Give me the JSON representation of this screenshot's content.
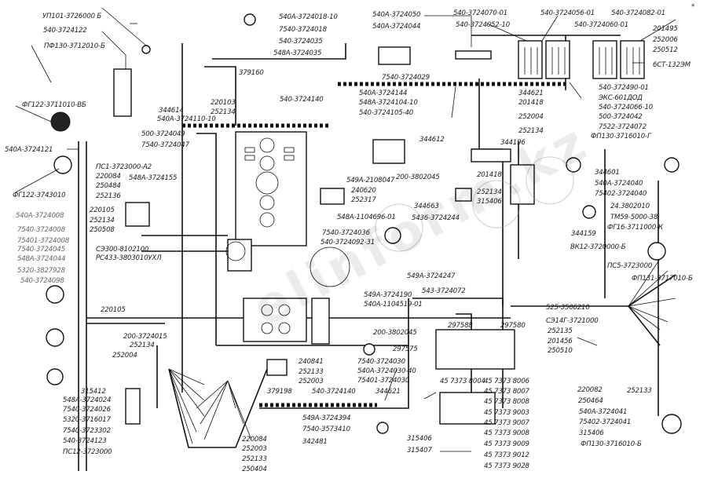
{
  "diagram": {
    "type": "wiring-harness-schematic",
    "watermark": "elinform.kz",
    "corner_mark": "*"
  },
  "labels": {
    "top_left": [
      "УП101-3726000 Б",
      "540-3724122",
      "ПФ130-3712010-Б",
      "ФГ122-3711010-ВБ",
      "540А-3724121",
      "ФГ122-3743010",
      "ПС1-3723000-А2",
      "220084",
      "250484",
      "252136"
    ],
    "left_mid": [
      "540А-3724008",
      "7540-3724008",
      "75401-3724008",
      "7540-3724045",
      "548А-3724044",
      "5320-3827928",
      "540-3724098",
      "220105",
      "252134",
      "250508",
      "СЭ300-8102100",
      "РС433-3803010УХЛ",
      "548А-3724155"
    ],
    "left_bottom": [
      "220105",
      "200-3724015",
      "252134",
      "252004",
      "315412",
      "548А-3724024",
      "7540-3724026",
      "5320-3716017",
      "7540-3723302",
      "540-3724123",
      "ПС12-3723000"
    ],
    "top_center": [
      "540А-3724018-10",
      "7540-3724018",
      "540-3724035",
      "548А-3724035",
      "379160",
      "220103",
      "252134",
      "344614",
      "540А-3724110-10",
      "500-3724049",
      "7540-3724047",
      "540-3724140"
    ],
    "top_center_right": [
      "540А-3724050",
      "540А-3724044",
      "7540-3724029",
      "540А-3724144",
      "548А-3724104-10",
      "540-3724105-40",
      "344621",
      "201418",
      "252004",
      "252134",
      "344612",
      "200-3802045"
    ],
    "top_right": [
      "540-3724070-01",
      "540-3724056-01",
      "540-3724082-01",
      "540-3724052-10",
      "540-3724060-01",
      "201495",
      "252006",
      "250512",
      "6СТ-132ЭМ",
      "540-372490-01",
      "ЭКС-601ДОД",
      "540-3724066-10",
      "500-3724042"
    ],
    "right_mid": [
      "7522-3724072",
      "ФП130-3716010-Г",
      "344196",
      "201418",
      "252134",
      "315406",
      "344601",
      "540А-3724040",
      "75402-3724040",
      "24.3802010",
      "ТМ59-5000-38",
      "ФГ16-3711000-К",
      "344159",
      "ВК12-3720000-Б",
      "ПС5-3723000",
      "ФП131-3717010-Б"
    ],
    "center": [
      "549А-2108047",
      "240620",
      "252317",
      "548А-1104696-01",
      "7540-3724036",
      "540-3724092-31",
      "344663",
      "5436-3724244",
      "549А-3724247",
      "543-3724072",
      "549А-3724190",
      "540А-1104519-01",
      "200-3802045"
    ],
    "bottom_center": [
      "240841",
      "252133",
      "252003",
      "7540-3724030",
      "540А-3724030-40",
      "75401-3724030",
      "379198",
      "540-3724140",
      "344621",
      "549А-3724394",
      "7540-3573410",
      "342481",
      "315406",
      "315407",
      "220084",
      "252003",
      "252133",
      "250404"
    ],
    "bottom_right_box": [
      "297588",
      "297580",
      "297575"
    ],
    "bottom_right_list": [
      "45 7373 8004",
      "45 7373 8006",
      "45 7373 8007",
      "45 7373 8008",
      "45 7373 9003",
      "45 7373 9007",
      "45 7373 9008",
      "45 7373 9009",
      "45 7373 9012",
      "45 7373 9028"
    ],
    "bottom_far_right": [
      "525-3506210",
      "СЭ14Г-3721000",
      "252135",
      "201456",
      "250510",
      "220082",
      "250464",
      "252133",
      "540А-3724041",
      "75402-3724041",
      "315406",
      "ФП130-3716010-Б"
    ]
  }
}
